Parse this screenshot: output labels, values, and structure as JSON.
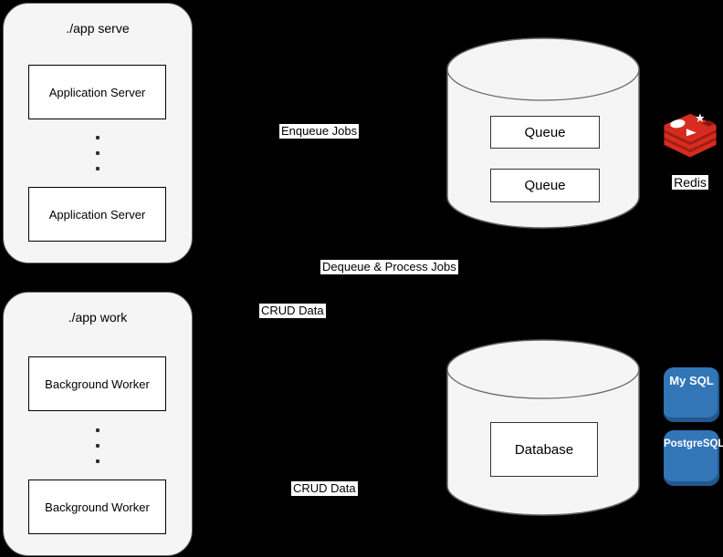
{
  "diagram": {
    "app_serve": {
      "title": "./app serve",
      "servers": [
        "Application Server",
        "Application Server"
      ]
    },
    "app_work": {
      "title": "./app work",
      "workers": [
        "Background Worker",
        "Background Worker"
      ]
    },
    "queue_store": {
      "queues": [
        "Queue",
        "Queue"
      ],
      "vendor_label": "Redis"
    },
    "db_store": {
      "database": "Database",
      "vendors": [
        "My SQL",
        "PostgreSQL"
      ]
    },
    "edges": {
      "enqueue": "Enqueue Jobs",
      "dequeue": "Dequeue & Process Jobs",
      "crud_top": "CRUD Data",
      "crud_bottom": "CRUD Data"
    },
    "colors": {
      "background": "#000000",
      "group_fill": "#f5f5f5",
      "group_border": "#666666",
      "node_fill": "#ffffff",
      "node_border": "#000000",
      "redis_red": "#d82c20",
      "redis_dark_red": "#a41e11",
      "sql_blue": "#3376b8"
    }
  }
}
